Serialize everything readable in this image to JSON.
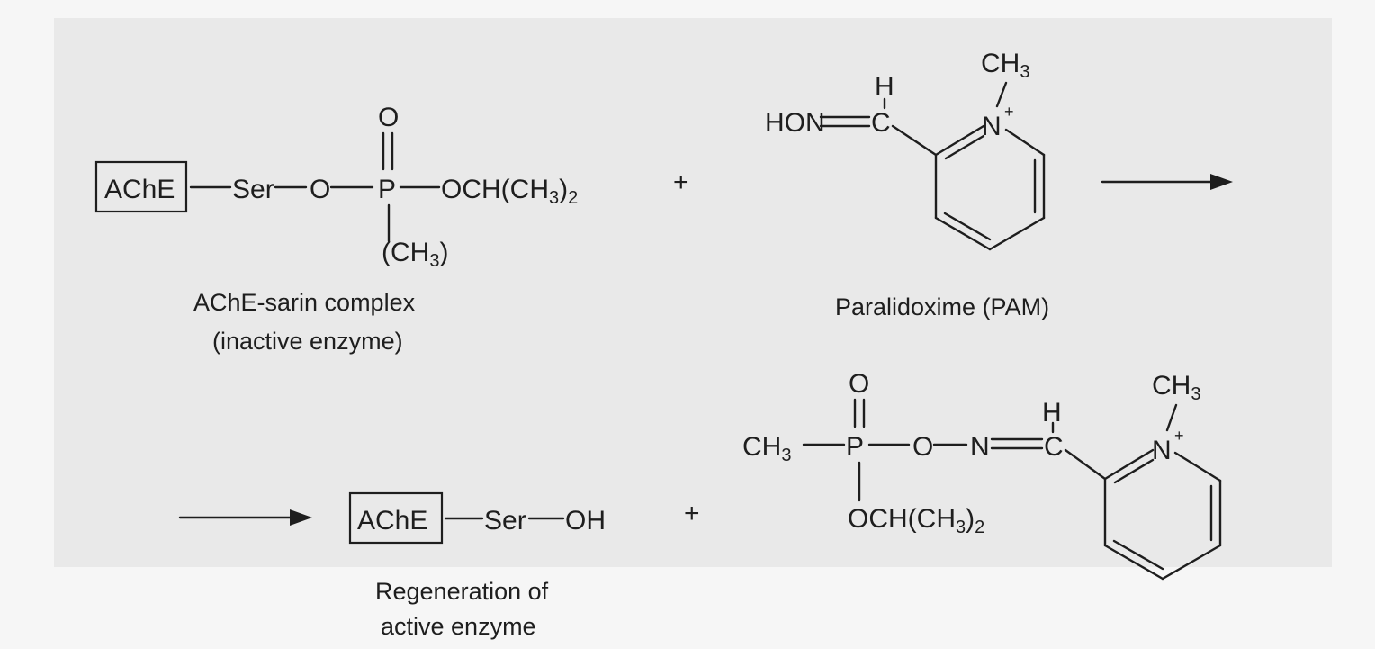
{
  "colors": {
    "background": "#f6f6f6",
    "panel": "#e9e9e9",
    "ink": "#1e1e1e"
  },
  "reaction": {
    "reactant1": {
      "enzyme_box": "AChE",
      "ser": "Ser",
      "o": "O",
      "p": "P",
      "dbl_o": "O",
      "och": "OCH(CH",
      "och_sub": "3",
      "och_close": ")",
      "och_tail_sub": "2",
      "methyl_open": "(CH",
      "methyl_sub": "3",
      "methyl_close": ")",
      "caption_line1": "AChE-sarin complex",
      "caption_line2": "(inactive enzyme)"
    },
    "plus1": "+",
    "reactant2": {
      "hon": "HON",
      "c": "C",
      "h": "H",
      "n": "N",
      "n_charge": "+",
      "ch3": "CH",
      "ch3_sub": "3",
      "caption": "Paralidoxime (PAM)"
    },
    "product1": {
      "enzyme_box": "AChE",
      "ser": "Ser",
      "oh": "OH",
      "caption_line1": "Regeneration of",
      "caption_line2": "active enzyme"
    },
    "plus2": "+",
    "product2": {
      "ch3": "CH",
      "ch3_sub": "3",
      "p": "P",
      "dbl_o": "O",
      "o": "O",
      "n1": "N",
      "c": "C",
      "h": "H",
      "och": "OCH(CH",
      "och_sub": "3",
      "och_close": ")",
      "och_tail_sub": "2",
      "n2": "N",
      "n2_charge": "+",
      "ring_ch3": "CH",
      "ring_ch3_sub": "3"
    }
  }
}
